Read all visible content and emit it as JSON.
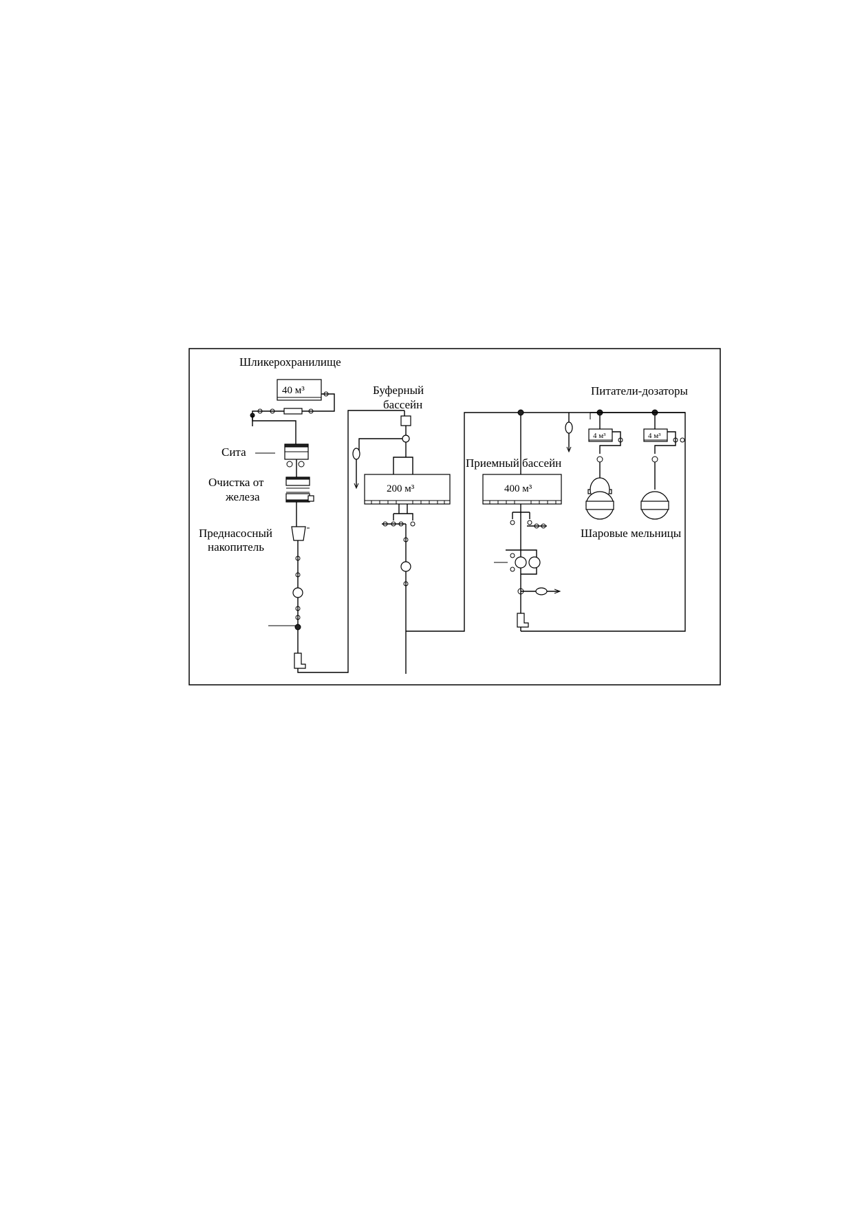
{
  "labels": {
    "slip_storage": "Шликерохранилище",
    "buffer_pool_1": "Буферный",
    "buffer_pool_2": "бассейн",
    "feeders": "Питатели-дозаторы",
    "sieves": "Сита",
    "iron_removal_1": "Очистка от",
    "iron_removal_2": "железа",
    "receiving_pool": "Приемный бассейн",
    "pre_pump_1": "Преднасосный",
    "pre_pump_2": "накопитель",
    "ball_mills": "Шаровые мельницы"
  },
  "volumes": {
    "slip_storage": "40 м³",
    "buffer_pool": "200 м³",
    "receiving_pool": "400 м³",
    "feeder_1": "4 м³",
    "feeder_2": "4 м³"
  }
}
